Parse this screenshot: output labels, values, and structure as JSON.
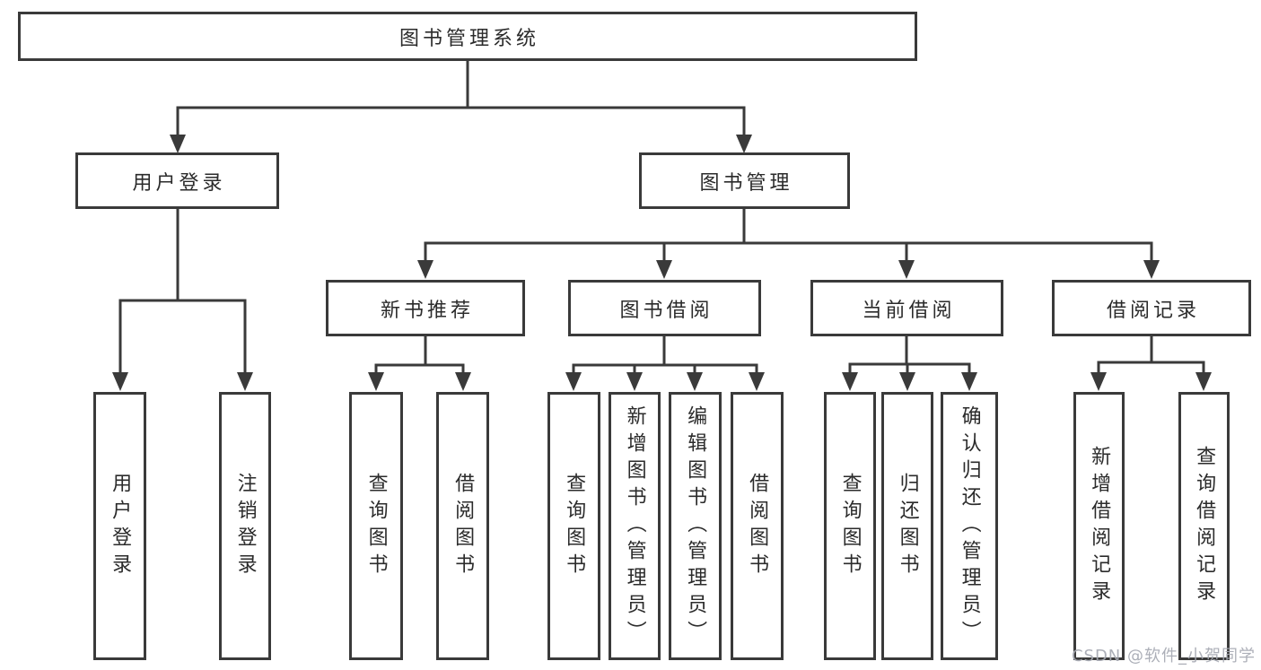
{
  "diagram_title": "图书管理系统",
  "tree": {
    "root": {
      "label": "图书管理系统"
    },
    "user_login": {
      "label": "用户登录",
      "children": {
        "login": {
          "label": "用户登录"
        },
        "logout": {
          "label": "注销登录"
        }
      }
    },
    "book_management": {
      "label": "图书管理",
      "children": {
        "new_book_recommend": {
          "label": "新书推荐",
          "children": {
            "query_books": {
              "label": "查询图书"
            },
            "borrow_books": {
              "label": "借阅图书"
            }
          }
        },
        "book_borrowing": {
          "label": "图书借阅",
          "children": {
            "query_books": {
              "label": "查询图书"
            },
            "add_books": {
              "label": "新增图书（管理员）"
            },
            "edit_books": {
              "label": "编辑图书（管理员）"
            },
            "borrow_books": {
              "label": "借阅图书"
            }
          }
        },
        "current_borrowing": {
          "label": "当前借阅",
          "children": {
            "query_books": {
              "label": "查询图书"
            },
            "return_books": {
              "label": "归还图书"
            },
            "confirm_return": {
              "label": "确认归还（管理员）"
            }
          }
        },
        "borrowing_records": {
          "label": "借阅记录",
          "children": {
            "add_record": {
              "label": "新增借阅记录"
            },
            "query_record": {
              "label": "查询借阅记录"
            }
          }
        }
      }
    }
  },
  "watermark": {
    "text": "CSDN @软件_小贺同学"
  },
  "colors": {
    "line": "#3a3a3a",
    "node_border": "#3a3a3a",
    "node_background": "#ffffff",
    "node_text": "#2b2b2b",
    "watermark_text": "#a6a9b2",
    "page_background": "#ffffff"
  }
}
